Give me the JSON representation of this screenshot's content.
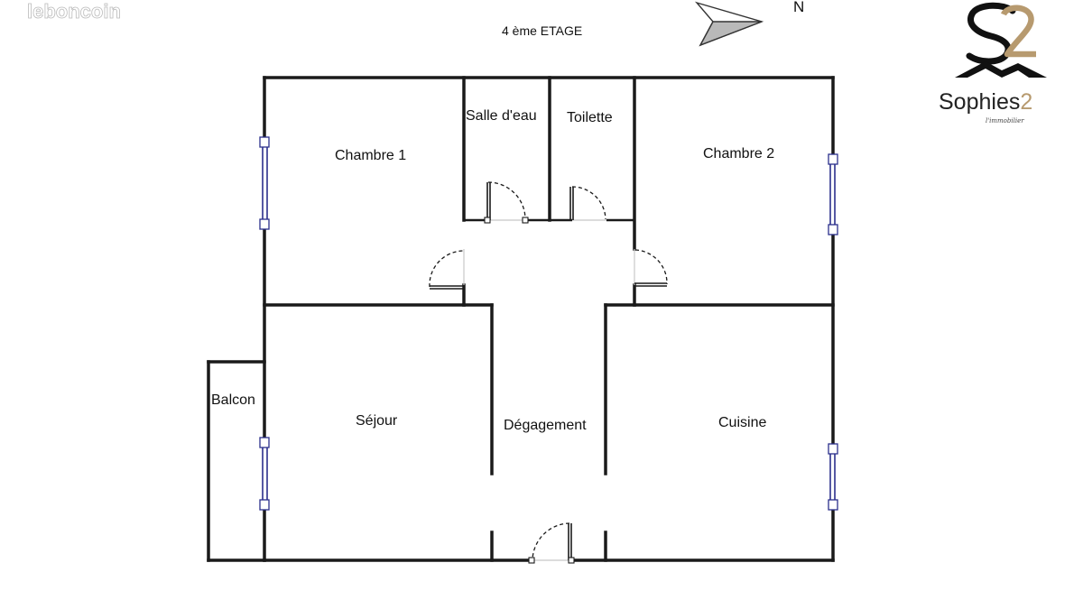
{
  "watermark": "leboncoin",
  "floor_label": "4 ème ETAGE",
  "compass": {
    "north_label": "N",
    "icon": "north-arrow-icon"
  },
  "brand": {
    "monogram": "S2",
    "name_main": "Sophies",
    "name_accent": "2",
    "tagline": "l'immobilier",
    "accent_color": "#b79a6f",
    "text_color": "#222222"
  },
  "rooms": {
    "chambre1": "Chambre 1",
    "salle_deau": "Salle d'eau",
    "toilette": "Toilette",
    "chambre2": "Chambre 2",
    "balcon": "Balcon",
    "sejour": "Séjour",
    "degagement": "Dégagement",
    "cuisine": "Cuisine"
  },
  "colors": {
    "wall": "#1a1a1a",
    "window": "#2b2f8c"
  }
}
